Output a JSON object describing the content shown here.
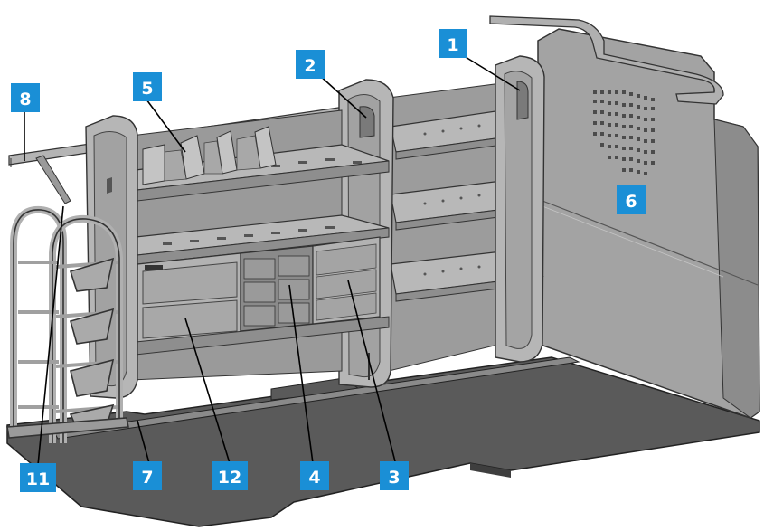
{
  "colors": {
    "callout_bg": "#1a8fd6",
    "callout_text": "#ffffff",
    "line": "#000000",
    "floor": "#595959",
    "metal_light": "#b9b9b9",
    "metal_mid": "#a2a2a2",
    "metal_dark": "#858585",
    "outline": "#333333"
  },
  "callouts": [
    {
      "id": "1",
      "label": "1"
    },
    {
      "id": "2",
      "label": "2"
    },
    {
      "id": "3",
      "label": "3"
    },
    {
      "id": "4",
      "label": "4"
    },
    {
      "id": "5",
      "label": "5"
    },
    {
      "id": "6",
      "label": "6"
    },
    {
      "id": "7",
      "label": "7"
    },
    {
      "id": "8",
      "label": "8"
    },
    {
      "id": "11",
      "label": "11"
    },
    {
      "id": "12",
      "label": "12"
    }
  ]
}
